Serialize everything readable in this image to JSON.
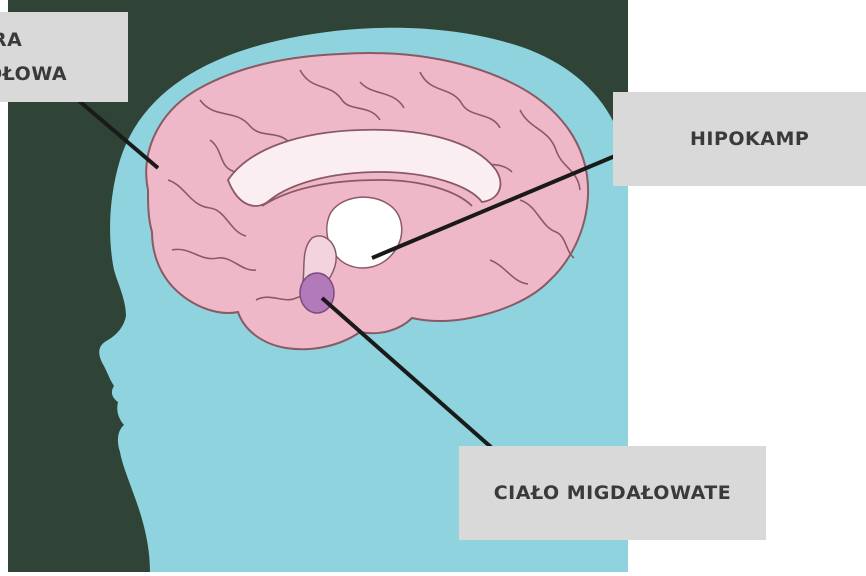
{
  "labels": {
    "cortex_line1": "RA",
    "cortex_line2": "OŁOWA",
    "hippocampus": "HIPOKAMP",
    "amygdala": "CIAŁO MIGDAŁOWATE"
  },
  "colors": {
    "background": "#2f4437",
    "head": "#8fd3df",
    "brain": "#efb8c8",
    "brain_outline": "#8a5a64",
    "inner_white": "#fbeef2",
    "amygdala": "#b27ab8",
    "label_box": "#d9d9d9",
    "pointer": "#1a1a1a"
  }
}
